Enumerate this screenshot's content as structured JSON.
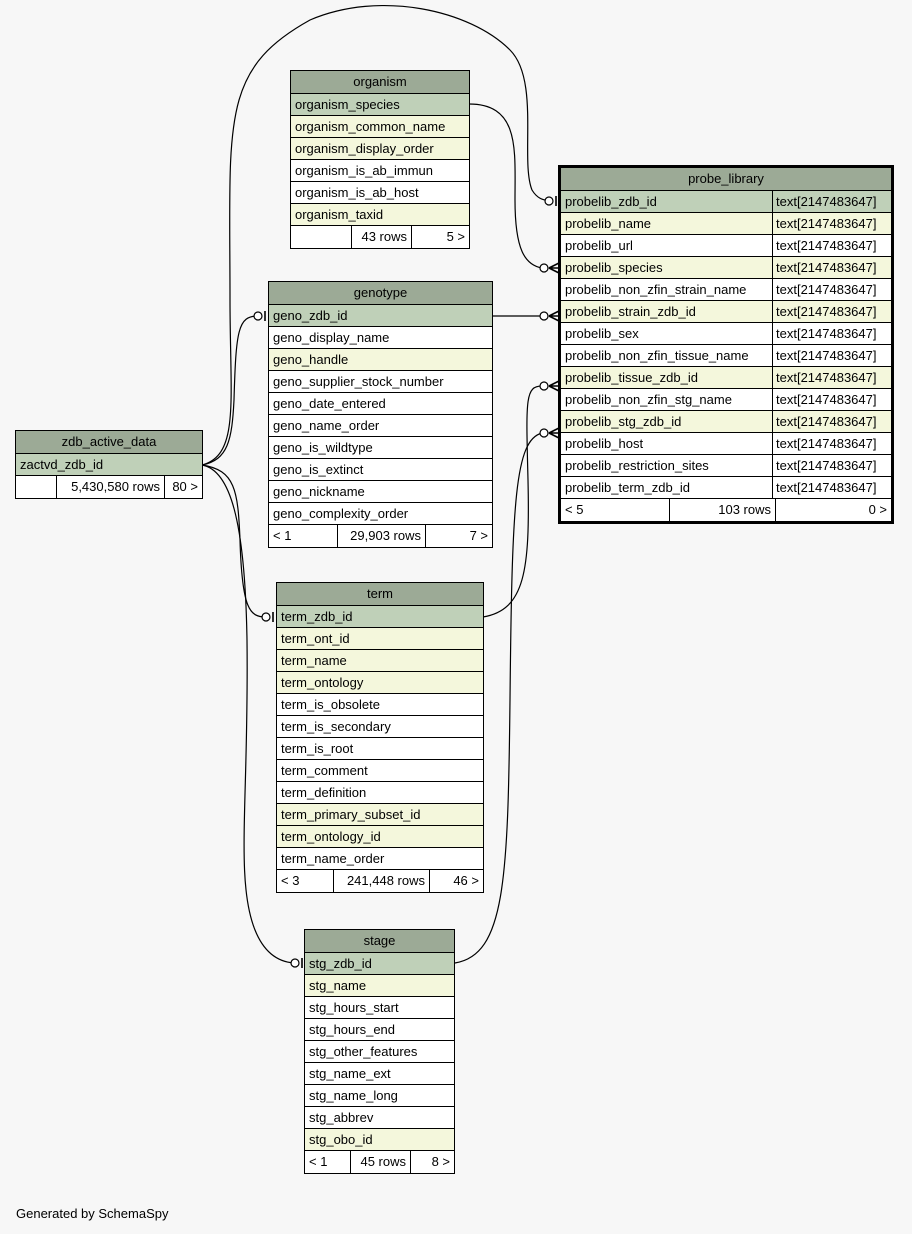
{
  "footer": "Generated by SchemaSpy",
  "colors": {
    "background": "#f7f7f7",
    "header": "#9caa96",
    "primary_key": "#bfd0b8",
    "foreign_key": "#f4f7dc",
    "plain": "#ffffff"
  },
  "tables": {
    "organism": {
      "title": "organism",
      "columns": [
        {
          "name": "organism_species",
          "kind": "pk"
        },
        {
          "name": "organism_common_name",
          "kind": "fk"
        },
        {
          "name": "organism_display_order",
          "kind": "fk"
        },
        {
          "name": "organism_is_ab_immun",
          "kind": "plain"
        },
        {
          "name": "organism_is_ab_host",
          "kind": "plain"
        },
        {
          "name": "organism_taxid",
          "kind": "fk"
        }
      ],
      "footer": [
        "",
        "43 rows",
        "5 >"
      ]
    },
    "probe_library": {
      "title": "probe_library",
      "columns": [
        {
          "name": "probelib_zdb_id",
          "type": "text[2147483647]",
          "kind": "pk"
        },
        {
          "name": "probelib_name",
          "type": "text[2147483647]",
          "kind": "fk"
        },
        {
          "name": "probelib_url",
          "type": "text[2147483647]",
          "kind": "plain"
        },
        {
          "name": "probelib_species",
          "type": "text[2147483647]",
          "kind": "fk"
        },
        {
          "name": "probelib_non_zfin_strain_name",
          "type": "text[2147483647]",
          "kind": "plain"
        },
        {
          "name": "probelib_strain_zdb_id",
          "type": "text[2147483647]",
          "kind": "fk"
        },
        {
          "name": "probelib_sex",
          "type": "text[2147483647]",
          "kind": "plain"
        },
        {
          "name": "probelib_non_zfin_tissue_name",
          "type": "text[2147483647]",
          "kind": "plain"
        },
        {
          "name": "probelib_tissue_zdb_id",
          "type": "text[2147483647]",
          "kind": "fk"
        },
        {
          "name": "probelib_non_zfin_stg_name",
          "type": "text[2147483647]",
          "kind": "plain"
        },
        {
          "name": "probelib_stg_zdb_id",
          "type": "text[2147483647]",
          "kind": "fk"
        },
        {
          "name": "probelib_host",
          "type": "text[2147483647]",
          "kind": "plain"
        },
        {
          "name": "probelib_restriction_sites",
          "type": "text[2147483647]",
          "kind": "plain"
        },
        {
          "name": "probelib_term_zdb_id",
          "type": "text[2147483647]",
          "kind": "plain"
        }
      ],
      "footer": [
        "< 5",
        "103 rows",
        "0 >"
      ]
    },
    "genotype": {
      "title": "genotype",
      "columns": [
        {
          "name": "geno_zdb_id",
          "kind": "pk"
        },
        {
          "name": "geno_display_name",
          "kind": "plain"
        },
        {
          "name": "geno_handle",
          "kind": "fk"
        },
        {
          "name": "geno_supplier_stock_number",
          "kind": "plain"
        },
        {
          "name": "geno_date_entered",
          "kind": "plain"
        },
        {
          "name": "geno_name_order",
          "kind": "plain"
        },
        {
          "name": "geno_is_wildtype",
          "kind": "plain"
        },
        {
          "name": "geno_is_extinct",
          "kind": "plain"
        },
        {
          "name": "geno_nickname",
          "kind": "plain"
        },
        {
          "name": "geno_complexity_order",
          "kind": "plain"
        }
      ],
      "footer": [
        "< 1",
        "29,903 rows",
        "7 >"
      ]
    },
    "zdb_active_data": {
      "title": "zdb_active_data",
      "columns": [
        {
          "name": "zactvd_zdb_id",
          "kind": "pk"
        }
      ],
      "footer": [
        "",
        "5,430,580 rows",
        "80 >"
      ]
    },
    "term": {
      "title": "term",
      "columns": [
        {
          "name": "term_zdb_id",
          "kind": "pk"
        },
        {
          "name": "term_ont_id",
          "kind": "fk"
        },
        {
          "name": "term_name",
          "kind": "fk"
        },
        {
          "name": "term_ontology",
          "kind": "fk"
        },
        {
          "name": "term_is_obsolete",
          "kind": "plain"
        },
        {
          "name": "term_is_secondary",
          "kind": "plain"
        },
        {
          "name": "term_is_root",
          "kind": "plain"
        },
        {
          "name": "term_comment",
          "kind": "plain"
        },
        {
          "name": "term_definition",
          "kind": "plain"
        },
        {
          "name": "term_primary_subset_id",
          "kind": "fk"
        },
        {
          "name": "term_ontology_id",
          "kind": "fk"
        },
        {
          "name": "term_name_order",
          "kind": "plain"
        }
      ],
      "footer": [
        "< 3",
        "241,448 rows",
        "46 >"
      ]
    },
    "stage": {
      "title": "stage",
      "columns": [
        {
          "name": "stg_zdb_id",
          "kind": "pk"
        },
        {
          "name": "stg_name",
          "kind": "fk"
        },
        {
          "name": "stg_hours_start",
          "kind": "plain"
        },
        {
          "name": "stg_hours_end",
          "kind": "plain"
        },
        {
          "name": "stg_other_features",
          "kind": "plain"
        },
        {
          "name": "stg_name_ext",
          "kind": "plain"
        },
        {
          "name": "stg_name_long",
          "kind": "plain"
        },
        {
          "name": "stg_abbrev",
          "kind": "plain"
        },
        {
          "name": "stg_obo_id",
          "kind": "fk"
        }
      ],
      "footer": [
        "< 1",
        "45 rows",
        "8 >"
      ]
    }
  }
}
